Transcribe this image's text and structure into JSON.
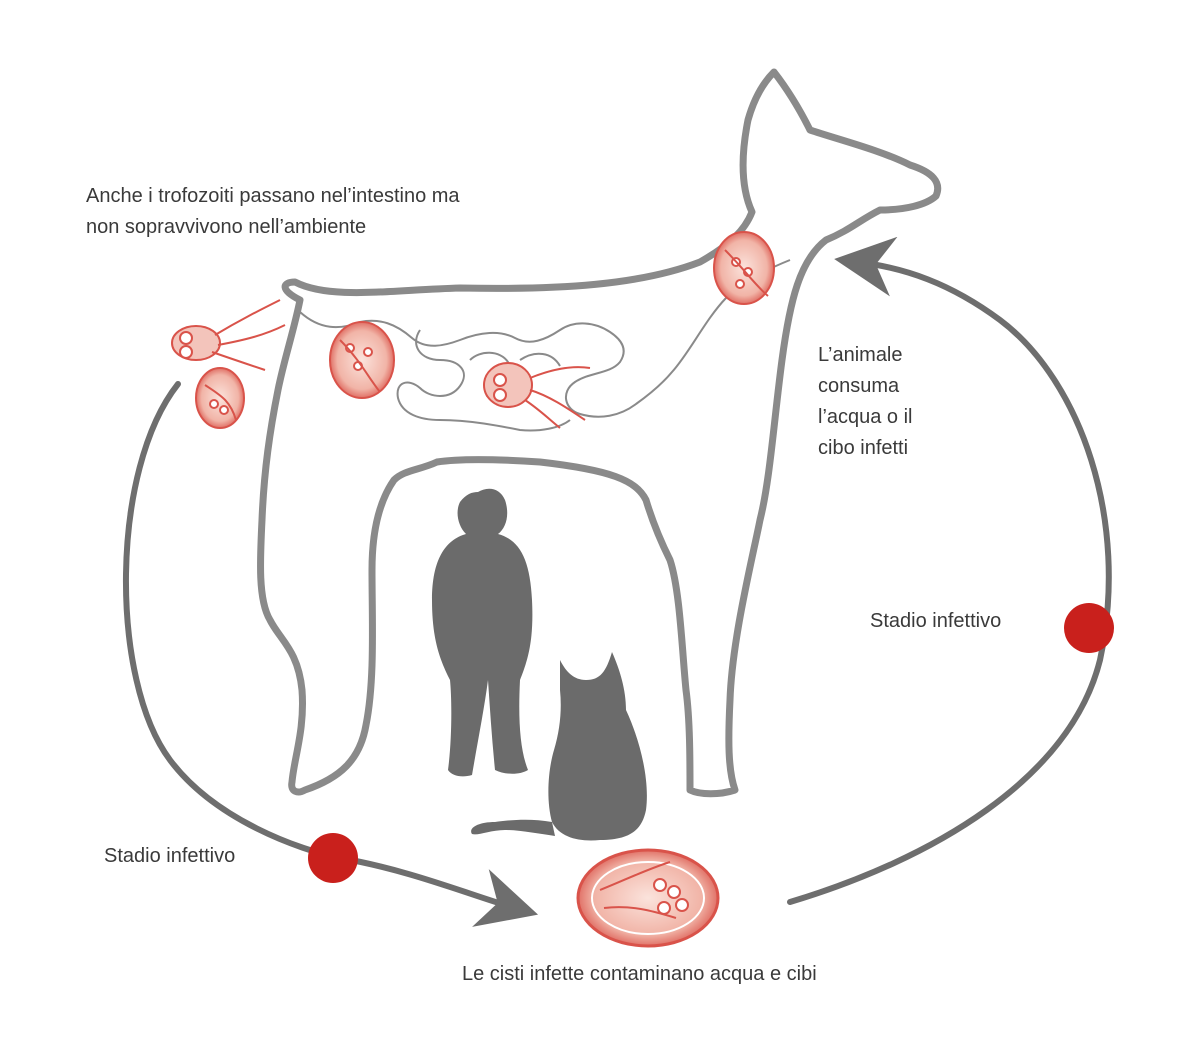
{
  "labels": {
    "trophozoites": {
      "line1": "Anche i trofozoiti passano nel’intestino ma",
      "line2": "non sopravvivono nell’ambiente"
    },
    "ingestion": {
      "line1": "L’animale",
      "line2": "consuma",
      "line3": "l’acqua o il",
      "line4": "cibo infetti"
    },
    "stage_right": "Stadio infettivo",
    "stage_left": "Stadio infettivo",
    "cysts": "Le cisti infette contaminano acqua e cibi"
  },
  "colors": {
    "outline": "#8a8a8a",
    "cycle_arrow": "#6e6e6e",
    "silhouette": "#6b6b6b",
    "parasite": "#d9534a",
    "parasite_fill": "#f3c4bb",
    "stage_dot": "#c9201c",
    "text": "#3a3a3a"
  }
}
